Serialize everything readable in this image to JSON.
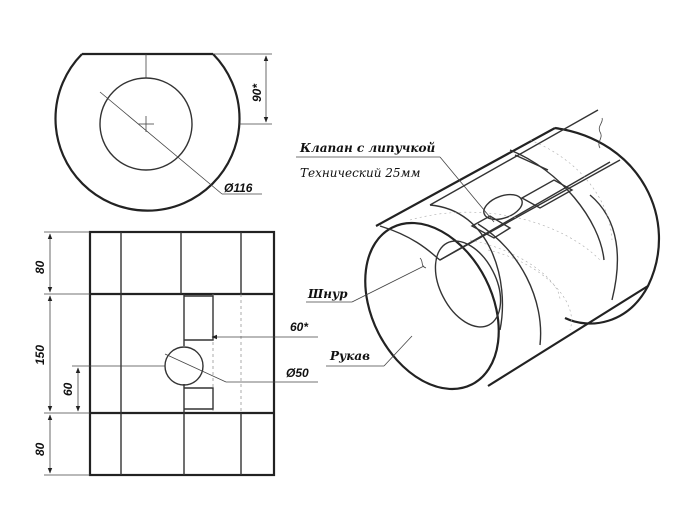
{
  "labels": {
    "valve_line1": "Клапан с липучкой",
    "valve_line2": "Технический 25мм",
    "cord": "Шнур",
    "sleeve": "Рукав"
  },
  "dimensions": {
    "d116": "Ø116",
    "d50": "Ø50",
    "h90": "90*",
    "w60": "60*",
    "h80_top": "80",
    "h150": "150",
    "h60": "60",
    "h80_bottom": "80"
  }
}
